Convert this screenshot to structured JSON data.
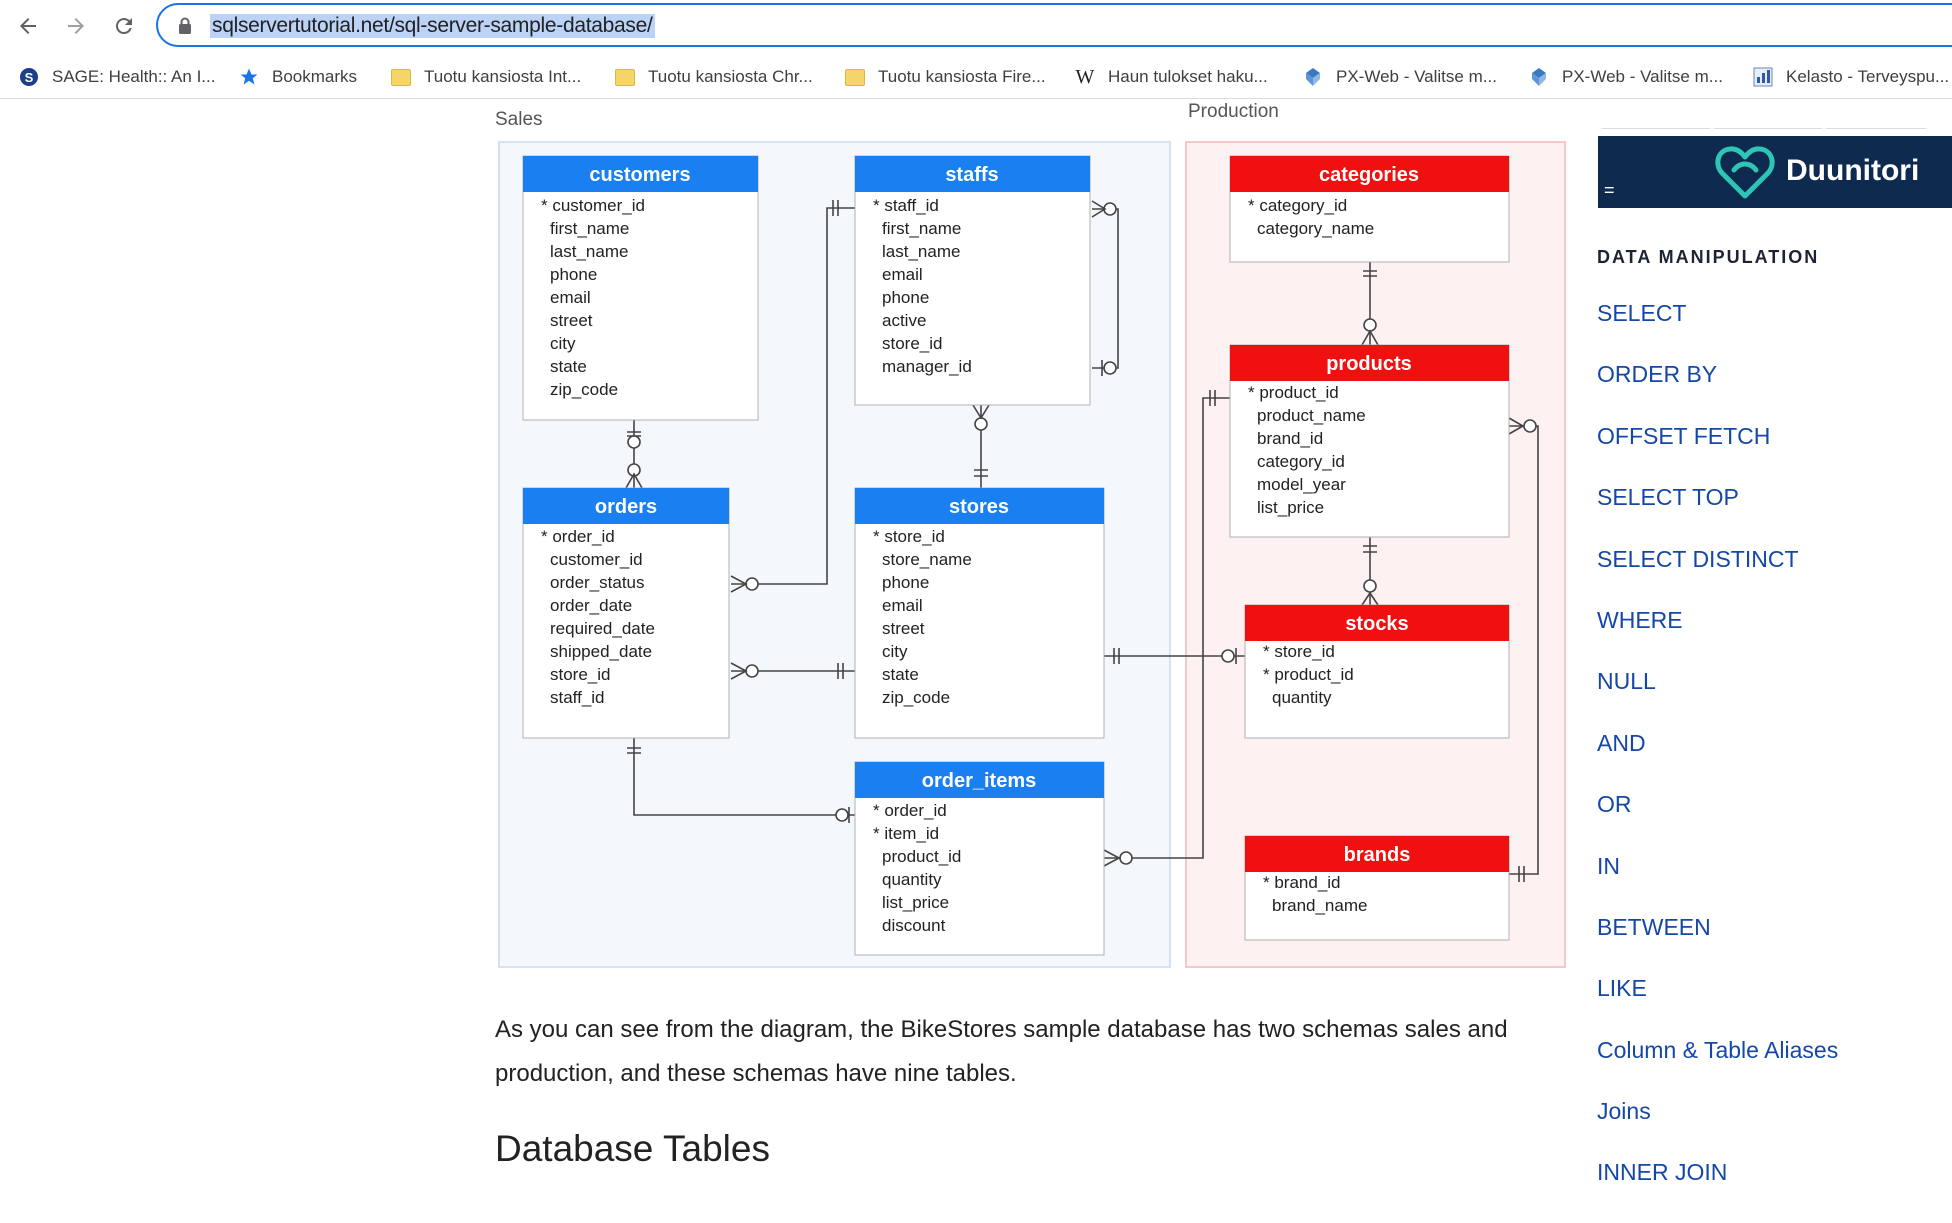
{
  "browser": {
    "url": "sqlservertutorial.net/sql-server-sample-database/",
    "bookmarks": [
      {
        "label": "SAGE: Health:: An I...",
        "icon": "sage-icon"
      },
      {
        "label": "Bookmarks",
        "icon": "star-icon"
      },
      {
        "label": "Tuotu kansiosta Int...",
        "icon": "folder-icon"
      },
      {
        "label": "Tuotu kansiosta Chr...",
        "icon": "folder-icon"
      },
      {
        "label": "Tuotu kansiosta Fire...",
        "icon": "folder-icon"
      },
      {
        "label": "Haun tulokset haku...",
        "icon": "wikipedia-icon"
      },
      {
        "label": "PX-Web - Valitse m...",
        "icon": "pxweb-icon"
      },
      {
        "label": "PX-Web - Valitse m...",
        "icon": "pxweb-icon"
      },
      {
        "label": "Kelasto - Terveyspu...",
        "icon": "kelasto-icon"
      }
    ]
  },
  "diagram": {
    "sales_label": "Sales",
    "production_label": "Production",
    "tables": {
      "customers": {
        "name": "customers",
        "fields": [
          "* customer_id",
          "first_name",
          "last_name",
          "phone",
          "email",
          "street",
          "city",
          "state",
          "zip_code"
        ]
      },
      "staffs": {
        "name": "staffs",
        "fields": [
          "* staff_id",
          "first_name",
          "last_name",
          "email",
          "phone",
          "active",
          "store_id",
          "manager_id"
        ]
      },
      "orders": {
        "name": "orders",
        "fields": [
          "* order_id",
          "customer_id",
          "order_status",
          "order_date",
          "required_date",
          "shipped_date",
          "store_id",
          "staff_id"
        ]
      },
      "stores": {
        "name": "stores",
        "fields": [
          "* store_id",
          "store_name",
          "phone",
          "email",
          "street",
          "city",
          "state",
          "zip_code"
        ]
      },
      "order_items": {
        "name": "order_items",
        "fields": [
          "* order_id",
          "* item_id",
          "product_id",
          "quantity",
          "list_price",
          "discount"
        ]
      },
      "categories": {
        "name": "categories",
        "fields": [
          "* category_id",
          "category_name"
        ]
      },
      "products": {
        "name": "products",
        "fields": [
          "* product_id",
          "product_name",
          "brand_id",
          "category_id",
          "model_year",
          "list_price"
        ]
      },
      "stocks": {
        "name": "stocks",
        "fields": [
          "* store_id",
          "* product_id",
          "quantity"
        ]
      },
      "brands": {
        "name": "brands",
        "fields": [
          "* brand_id",
          "brand_name"
        ]
      }
    },
    "colors": {
      "sales_header": "#1a7ff0",
      "production_header": "#f01010"
    }
  },
  "article": {
    "paragraph": "As you can see from the diagram, the BikeStores sample database has two schemas sales and production, and these schemas have nine tables.",
    "heading": "Database Tables"
  },
  "sidebar": {
    "ad_brand": "Duunitori",
    "ad_menu": "=",
    "section_title": "DATA MANIPULATION",
    "items": [
      "SELECT",
      "ORDER BY",
      "OFFSET FETCH",
      "SELECT TOP",
      "SELECT DISTINCT",
      "WHERE",
      "NULL",
      "AND",
      "OR",
      "IN",
      "BETWEEN",
      "LIKE",
      "Column & Table Aliases",
      "Joins",
      "INNER JOIN"
    ]
  }
}
